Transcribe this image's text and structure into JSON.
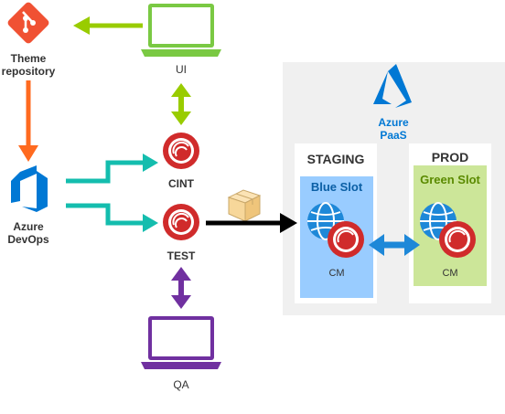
{
  "nodes": {
    "theme_repo": {
      "label_line1": "Theme",
      "label_line2": "repository",
      "icon": "git-icon"
    },
    "ui": {
      "label": "UI",
      "icon": "laptop-icon"
    },
    "azure_devops": {
      "label_line1": "Azure",
      "label_line2": "DevOps",
      "icon": "azure-devops-icon"
    },
    "cint": {
      "label": "CINT",
      "icon": "sitecore-icon"
    },
    "test": {
      "label": "TEST",
      "icon": "sitecore-icon"
    },
    "qa": {
      "label": "QA",
      "icon": "laptop-icon"
    },
    "package": {
      "icon": "package-icon"
    }
  },
  "azure_paas": {
    "label_line1": "Azure",
    "label_line2": "PaaS",
    "icon": "azure-icon",
    "staging": {
      "title": "STAGING",
      "slot": "Blue Slot",
      "role": "CM"
    },
    "prod": {
      "title": "PROD",
      "slot": "Green Slot",
      "role": "CM"
    }
  },
  "colors": {
    "git": "#F05133",
    "laptop_green": "#7AC943",
    "laptop_purple": "#7030A0",
    "arrow_green": "#99CC00",
    "arrow_orange": "#FF6A1F",
    "arrow_teal": "#14BDAE",
    "arrow_purple": "#7030A0",
    "arrow_blue": "#1E88D8",
    "azure_blue": "#0078D4",
    "sitecore_red": "#D02B2B",
    "paas_bg": "#F0F0F0",
    "blue_slot": "#99CCFF",
    "green_slot": "#CCE699"
  }
}
